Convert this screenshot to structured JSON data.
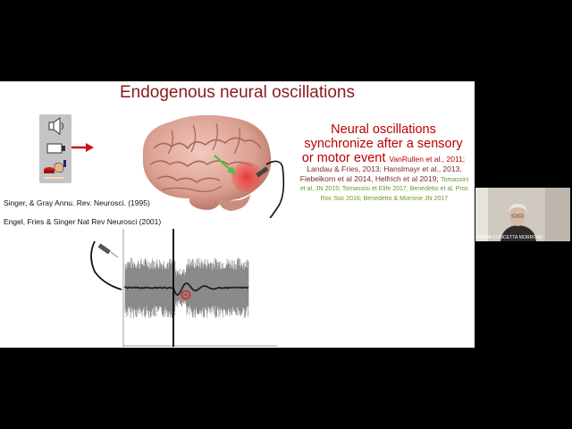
{
  "slide": {
    "title": "Endogenous neural oscillations",
    "heading_line1": "Neural oscillations",
    "heading_line2": "synchronize after a sensory",
    "heading_line3": "or motor event",
    "heading_cite": "VanRullen et al., 2011;",
    "cite_line1": "Landau & Fries, 2013; Hanslmayr et al., 2013,",
    "cite_line2": "Fiebelkorn et al 2014, Helfrich et al 2019;",
    "cite_green1": "Tomassini",
    "cite_green2": "et al, JN 2015; Tomassini et Elife 2017, Benedetto et al, Proc",
    "cite_green3": "Roc Soc 2016; Benedetto & Morrone JN 2017",
    "ref_singer": "Singer, & Gray Annu. Rev. Neurosci. (1995)",
    "ref_engel": "Engel, Fries & Singer Nat Rev Neurosci (2001)",
    "colors": {
      "title": "#8b1a1a",
      "heading": "#bb0000",
      "green_cite": "#6a9a2a",
      "arrow": "#d01010"
    },
    "icons": [
      "speaker-icon",
      "camera-icon",
      "hand-button-icon",
      "red-arrow-icon",
      "brain-image",
      "electrode-icon",
      "oscillation-trace"
    ]
  },
  "webcam": {
    "name": "MARIA CONCETTA MORRONE"
  }
}
